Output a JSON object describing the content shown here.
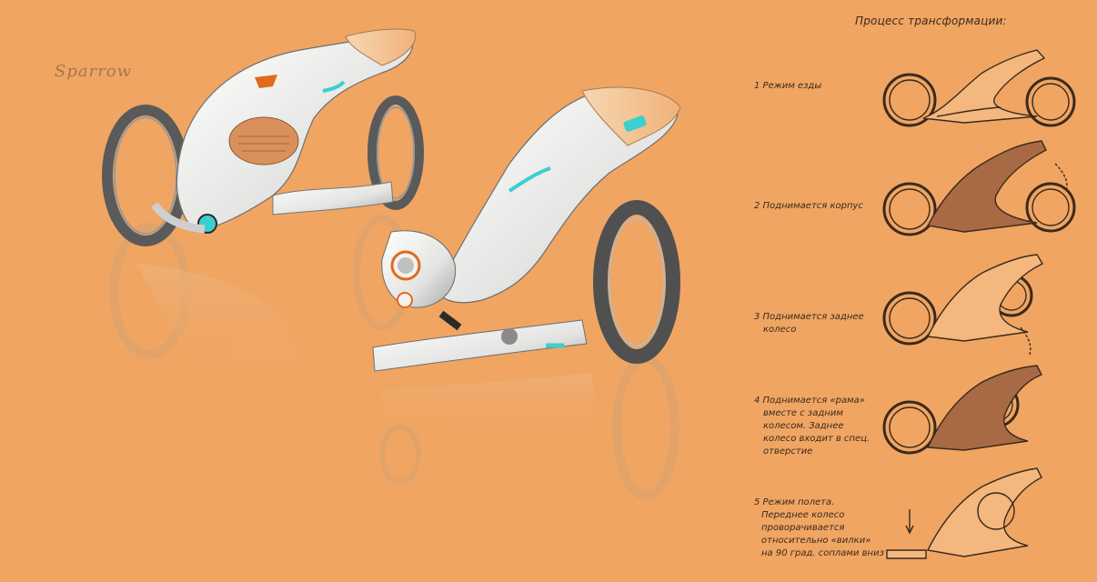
{
  "signature": "Sparrow",
  "panel": {
    "title": "Процесс трансформации:",
    "steps": [
      {
        "lines": [
          "1 Режим езды"
        ]
      },
      {
        "lines": [
          "2 Поднимается корпус"
        ]
      },
      {
        "lines": [
          "3 Поднимается заднее",
          "колесо"
        ]
      },
      {
        "lines": [
          "4 Поднимается «рама»",
          "вместе с задним",
          "колесом. Заднее",
          "колесо входит в спец.",
          "отверстие"
        ]
      },
      {
        "lines": [
          "5 Режим полета.",
          "Переднее колесо",
          "проворачивается",
          "относительно «вилки»",
          "на 90 град. соплами вниз"
        ]
      }
    ]
  },
  "colors": {
    "background": "#f0a563",
    "sketch_line": "#3a2a1c",
    "body_white": "#f2f2f0",
    "accent_cyan": "#3ccfd0",
    "accent_orange": "#e26a1c",
    "tire": "#5a5a5a",
    "shaded_body": "#a76a44"
  }
}
